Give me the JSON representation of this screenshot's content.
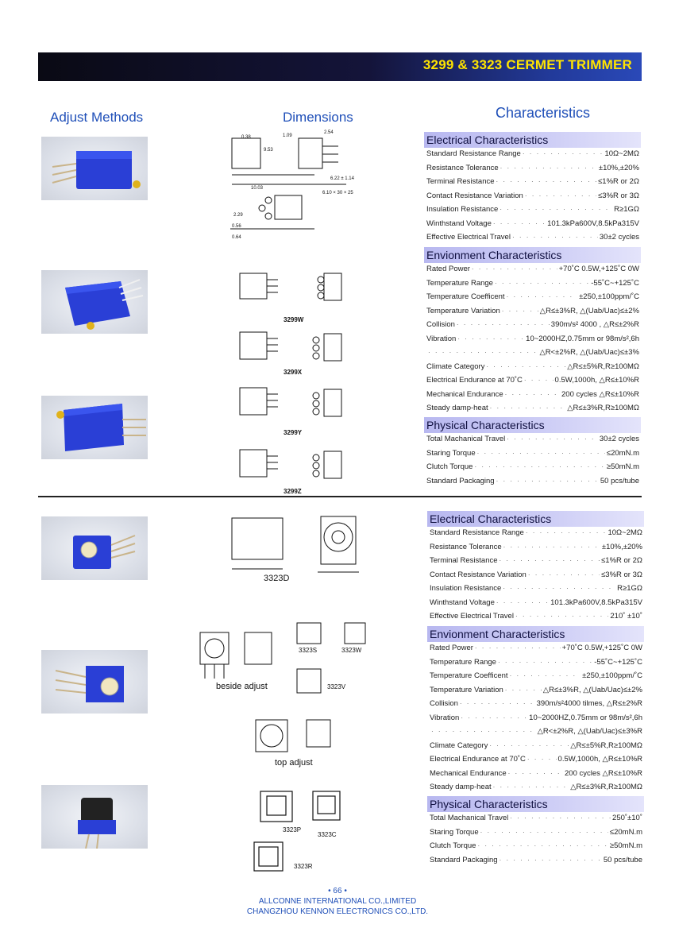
{
  "header": {
    "title": "3299 & 3323 CERMET TRIMMER"
  },
  "columns": {
    "adjust": "Adjust Methods",
    "dimensions": "Dimensions",
    "characteristics": "Characteristics"
  },
  "dimension_labels": {
    "d3299w": "3299W",
    "d3299x": "3299X",
    "d3299y": "3299Y",
    "d3299z": "3299Z",
    "d3323d": "3323D",
    "d3323s": "3323S",
    "d3323w": "3323W",
    "d3323v": "3323V",
    "d3323p": "3323P",
    "d3323c": "3323C",
    "d3323r": "3323R",
    "beside": "beside adjust",
    "top": "top adjust"
  },
  "upper": {
    "electrical": {
      "title": "Electrical Characteristics",
      "rows": [
        {
          "k": "Standard Resistance Range",
          "v": "10Ω~2MΩ"
        },
        {
          "k": "Resistance Tolerance",
          "v": "±10%,±20%"
        },
        {
          "k": "Terminal Resistance",
          "v": "≤1%R  or  2Ω"
        },
        {
          "k": "Contact Resistance Variation",
          "v": "≤3%R  or  3Ω"
        },
        {
          "k": "Insulation Resistance",
          "v": "R≥1GΩ"
        },
        {
          "k": "Winthstand Voltage",
          "v": "101.3kPa600V,8.5kPa315V"
        },
        {
          "k": "Effective Electrical Travel",
          "v": "30±2  cycles"
        }
      ]
    },
    "environment": {
      "title": "Envionment Characteristics",
      "rows": [
        {
          "k": "Rated Power",
          "v": "+70˚C 0.5W,+125˚C 0W"
        },
        {
          "k": "Temperature Range",
          "v": "-55˚C~+125˚C"
        },
        {
          "k": "Temperature Coefficent",
          "v": "±250,±100ppm/˚C"
        },
        {
          "k": "Temperature Variation",
          "v": "△R≤±3%R,  △(Uab/Uac)≤±2%"
        },
        {
          "k": "Collision",
          "v": "390m/s² 4000  , △R≤±2%R"
        },
        {
          "k": "Vibration",
          "v": "10~2000HZ,0.75mm or 98m/s²,6h"
        },
        {
          "k": "",
          "v": "△R<±2%R,  △(Uab/Uac)≤±3%"
        },
        {
          "k": "Climate Category",
          "v": "△R≤±5%R,R≥100MΩ"
        },
        {
          "k": "Electrical Endurance at 70˚C",
          "v": "0.5W,1000h, △R≤±10%R"
        },
        {
          "k": "Mechanical Endurance",
          "v": "200  cycles  △R≤±10%R"
        },
        {
          "k": "Steady damp-heat",
          "v": "△R≤±3%R,R≥100MΩ"
        }
      ]
    },
    "physical": {
      "title": "Physical Characteristics",
      "rows": [
        {
          "k": "Total Machanical Travel",
          "v": "30±2  cycles"
        },
        {
          "k": "Staring Torque",
          "v": "≤20mN.m"
        },
        {
          "k": "Clutch Torque",
          "v": "≥50mN.m"
        },
        {
          "k": "Standard Packaging",
          "v": "50  pcs/tube"
        }
      ]
    }
  },
  "lower": {
    "electrical": {
      "title": "Electrical Characteristics",
      "rows": [
        {
          "k": "Standard Resistance Range",
          "v": "10Ω~2MΩ"
        },
        {
          "k": "Resistance Tolerance",
          "v": "±10%,±20%"
        },
        {
          "k": "Terminal Resistance",
          "v": "≤1%R  or  2Ω"
        },
        {
          "k": "Contact Resistance Variation",
          "v": "≤3%R  or  3Ω"
        },
        {
          "k": "Insulation Resistance",
          "v": "R≥1GΩ"
        },
        {
          "k": "Winthstand Voltage",
          "v": "101.3kPa600V,8.5kPa315V"
        },
        {
          "k": "Effective Electrical Travel",
          "v": "210˚ ±10˚"
        }
      ]
    },
    "environment": {
      "title": "Envionment Characteristics",
      "rows": [
        {
          "k": "Rated Power",
          "v": "+70˚C 0.5W,+125˚C 0W"
        },
        {
          "k": "Temperature Range",
          "v": "-55˚C~+125˚C"
        },
        {
          "k": "Temperature Coefficent",
          "v": "±250,±100ppm/˚C"
        },
        {
          "k": "Temperature Variation",
          "v": "△R≤±3%R,  △(Uab/Uac)≤±2%"
        },
        {
          "k": "Collision",
          "v": "390m/s²4000 tilmes, △R≤±2%R"
        },
        {
          "k": "Vibration",
          "v": "10~2000HZ,0.75mm or 98m/s²,6h"
        },
        {
          "k": "",
          "v": "△R<±2%R,  △(Uab/Uac)≤±3%R"
        },
        {
          "k": "Climate Category",
          "v": "△R≤±5%R,R≥100MΩ"
        },
        {
          "k": "Electrical Endurance at 70˚C",
          "v": "0.5W,1000h, △R≤±10%R"
        },
        {
          "k": "Mechanical Endurance",
          "v": "200  cycles  △R≤±10%R"
        },
        {
          "k": "Steady damp-heat",
          "v": "△R≤±3%R,R≥100MΩ"
        }
      ]
    },
    "physical": {
      "title": "Physical Characteristics",
      "rows": [
        {
          "k": "Total Machanical Travel",
          "v": "250˚±10˚"
        },
        {
          "k": "Staring Torque",
          "v": "≤20mN.m"
        },
        {
          "k": "Clutch Torque",
          "v": "≥50mN.m"
        },
        {
          "k": "Standard Packaging",
          "v": "50  pcs/tube"
        }
      ]
    }
  },
  "footer": {
    "page": "• 66 •",
    "company1": "ALLCONNE INTERNATIONAL CO.,LIMITED",
    "company2": "CHANGZHOU KENNON ELECTRONICS CO.,LTD."
  }
}
